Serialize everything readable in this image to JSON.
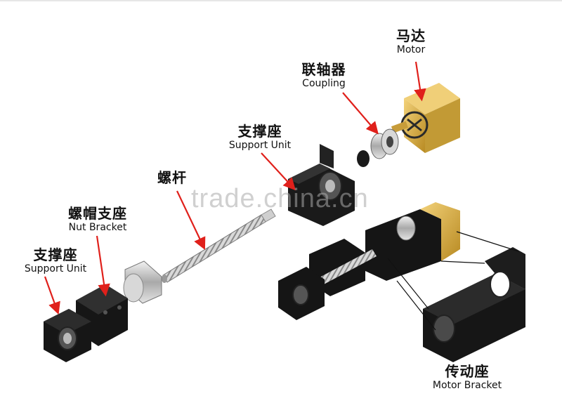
{
  "labels": {
    "motor": {
      "cn": "马达",
      "en": "Motor"
    },
    "coupling": {
      "cn": "联轴器",
      "en": "Coupling"
    },
    "support_unit_top": {
      "cn": "支撑座",
      "en": "Support Unit"
    },
    "screw": {
      "cn": "螺杆",
      "en": ""
    },
    "nut_bracket": {
      "cn": "螺帽支座",
      "en": "Nut Bracket"
    },
    "support_unit_left": {
      "cn": "支撑座",
      "en": "Support Unit"
    },
    "motor_bracket": {
      "cn": "传动座",
      "en": "Motor Bracket"
    }
  },
  "watermark": "trade.china.cn",
  "colors": {
    "arrow": "#e0201b",
    "block": "#141414",
    "motor": "#d4a83a",
    "metal": "#c9c9c9"
  }
}
